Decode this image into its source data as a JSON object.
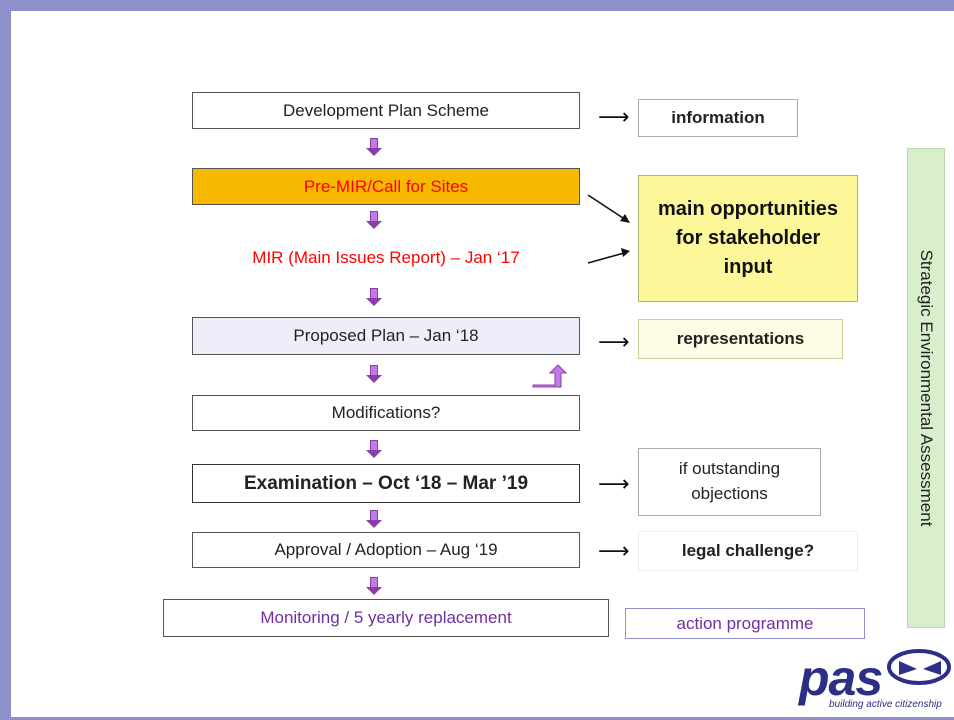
{
  "flow": {
    "development_plan_scheme": "Development Plan Scheme",
    "pre_mir": "Pre-MIR/Call for Sites",
    "mir": "MIR (Main Issues Report) – Jan ‘17",
    "proposed_plan": "Proposed Plan – Jan ‘18",
    "modifications": "Modifications?",
    "examination": "Examination – Oct ‘18 – Mar ’19",
    "approval": "Approval / Adoption – Aug ‘19",
    "monitoring": "Monitoring / 5 yearly replacement"
  },
  "outcomes": {
    "information": "information",
    "main_opportunities": "main opportunities for stakeholder input",
    "representations": "representations",
    "if_outstanding": "if outstanding objections",
    "legal_challenge": "legal challenge?",
    "action_programme": "action programme"
  },
  "sidebar": {
    "label": "Strategic Environmental Assessment"
  },
  "logo": {
    "name": "pas",
    "tagline": "building active citizenship"
  },
  "colors": {
    "frame": "#8e8fcb",
    "pre_mir_fill": "#f6b900",
    "red_text": "#ff0000",
    "purple_text": "#7030a0",
    "arrow_fill": "#c47ae6",
    "yellow_highlight": "#fcf89a",
    "pale_yellow": "#fdfde6",
    "pale_lavender": "#eeeefb",
    "sea_green": "#d9efcc",
    "logo_blue": "#2d2f86"
  }
}
